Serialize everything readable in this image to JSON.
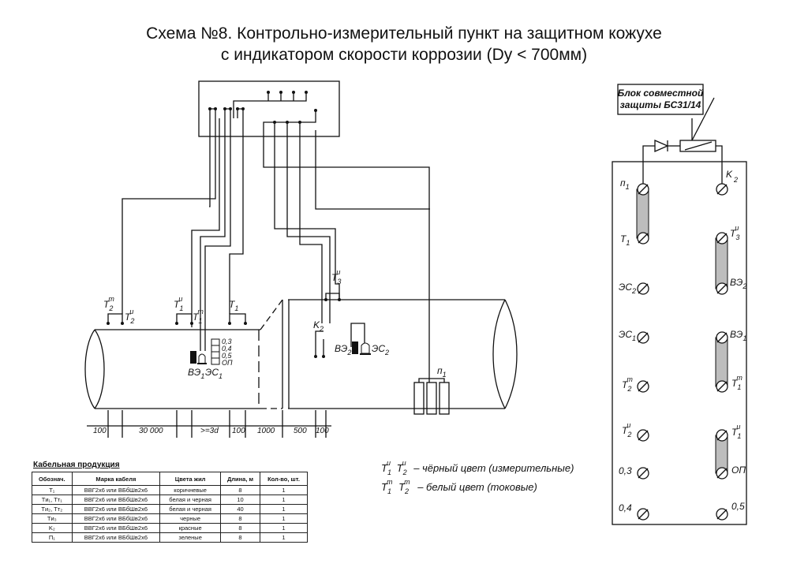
{
  "title": {
    "line1": "Схема №8. Контрольно-измерительный пункт на защитном кожухе",
    "line2": "с индикатором скорости  коррозии (Dy < 700мм)"
  },
  "bsz_label": {
    "line1": "Блок совместной",
    "line2": "защиты БС31/14"
  },
  "pipe_labels": {
    "T2t": "T",
    "T2t_sub": "2",
    "T2t_sup": "т",
    "T2i": "T",
    "T2i_sub": "2",
    "T2i_sup": "и",
    "T1i": "T",
    "T1i_sub": "1",
    "T1i_sup": "и",
    "T1t": "T",
    "T1t_sub": "1",
    "T1t_sup": "т",
    "T1": "T",
    "T1_sub": "1",
    "T3i": "T",
    "T3i_sub": "3",
    "T3i_sup": "и",
    "K2": "K",
    "K2_sub": "2",
    "n1": "п",
    "n1_sub": "1",
    "VE1": "ВЭ",
    "VE1_sub": "1",
    "ES1": "ЭС",
    "ES1_sub": "1",
    "VE2": "ВЭ",
    "VE2_sub": "2",
    "ES2": "ЭС",
    "ES2_sub": "2",
    "probe_03": "0,3",
    "probe_04": "0,4",
    "probe_05": "0,5",
    "probe_op": "ОП"
  },
  "dimensions": [
    "100",
    "30 000",
    ">=3d",
    "100",
    "1000",
    "500",
    "100"
  ],
  "terminal_labels": {
    "left": [
      {
        "main": "п",
        "sub": "1",
        "sup": ""
      },
      {
        "main": "T",
        "sub": "1",
        "sup": ""
      },
      {
        "main": "ЭС",
        "sub": "2",
        "sup": ""
      },
      {
        "main": "ЭС",
        "sub": "1",
        "sup": ""
      },
      {
        "main": "T",
        "sub": "2",
        "sup": "т"
      },
      {
        "main": "T",
        "sub": "2",
        "sup": "и"
      },
      {
        "main": "0,3",
        "sub": "",
        "sup": ""
      },
      {
        "main": "0,4",
        "sub": "",
        "sup": ""
      }
    ],
    "right": [
      {
        "main": "K",
        "sub": "2",
        "sup": ""
      },
      {
        "main": "T",
        "sub": "3",
        "sup": "и"
      },
      {
        "main": "ВЭ",
        "sub": "2",
        "sup": ""
      },
      {
        "main": "ВЭ",
        "sub": "1",
        "sup": ""
      },
      {
        "main": "T",
        "sub": "1",
        "sup": "т"
      },
      {
        "main": "T",
        "sub": "1",
        "sup": "и"
      },
      {
        "main": "ОП",
        "sub": "",
        "sup": ""
      },
      {
        "main": "0,5",
        "sub": "",
        "sup": ""
      }
    ]
  },
  "legend": {
    "line1_text": "– чёрный цвет (измерительные)",
    "line2_text": "– белый цвет (токовые)",
    "sym_T": "T",
    "sub1": "1",
    "sub2": "2",
    "sup_i": "и",
    "sup_t": "т"
  },
  "cable_table": {
    "title": "Кабельная продукция",
    "headers": [
      "Обознач.",
      "Марка кабеля",
      "Цвета жил",
      "Длина, м",
      "Кол-во, шт."
    ],
    "rows": [
      [
        "T₁",
        "ВВГ2х6 или ВБбШв2х6",
        "коричневые",
        "8",
        "1"
      ],
      [
        "Tи₁,  Tт₁",
        "ВВГ2х6 или ВБбШв2х6",
        "белая и черная",
        "10",
        "1"
      ],
      [
        "Tи₂,  Tт₂",
        "ВВГ2х6 или ВБбШв2х6",
        "белая и черная",
        "40",
        "1"
      ],
      [
        "Tи₃",
        "ВВГ2х6 или ВБбШв2х6",
        "черные",
        "8",
        "1"
      ],
      [
        "K₂",
        "ВВГ2х6 или ВБбШв2х6",
        "красные",
        "8",
        "1"
      ],
      [
        "П₁",
        "ВВГ2х6 или ВБбШв2х6",
        "зеленые",
        "8",
        "1"
      ]
    ]
  }
}
